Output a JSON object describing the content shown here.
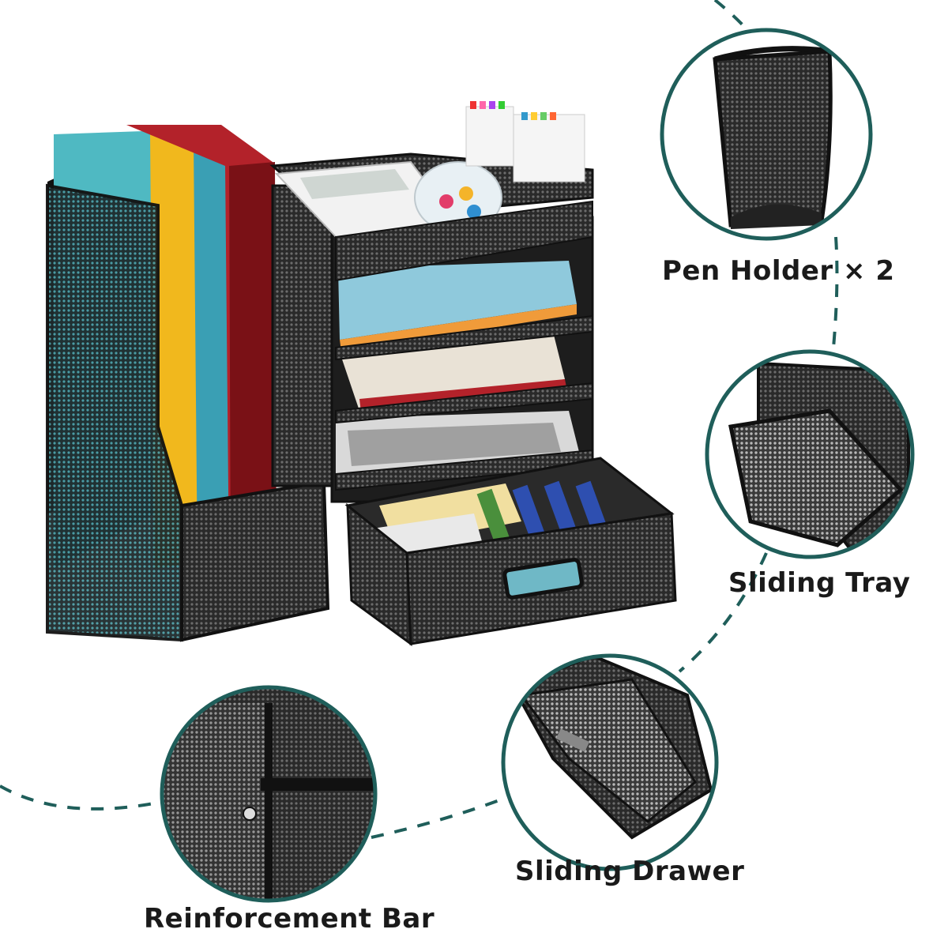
{
  "labels": {
    "pen_holder": "Pen Holder × 2",
    "sliding_tray": "Sliding Tray",
    "sliding_drawer": "Sliding Drawer",
    "reinforcement_bar": "Reinforcement Bar"
  },
  "colors": {
    "dashed_line": "#1f5e5a",
    "circle_border": "#1f5e5a",
    "mesh_black": "#1b1b1b",
    "folder_teal": "#4fb9c2",
    "folder_yellow": "#f1b81d",
    "book_red": "#b3222a",
    "paper_blue": "#8fc9dc"
  }
}
